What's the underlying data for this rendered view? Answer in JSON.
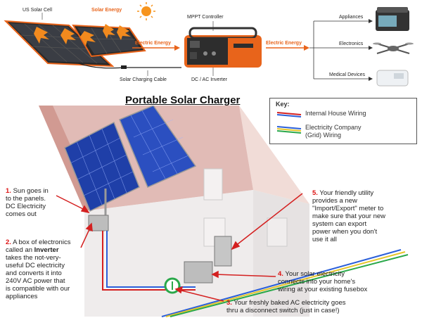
{
  "top_diagram": {
    "solar_cell_label": "US Solar Cell",
    "solar_energy_label": "Solar Energy",
    "mppt_label": "MPPT Controller",
    "electric_energy_left": "Electric Energy",
    "electric_energy_right": "Electric Energy",
    "charging_cable_label": "Solar Charging Cable",
    "inverter_label": "DC / AC Inverter",
    "outputs": [
      "Appliances",
      "Electronics",
      "Medical Devices"
    ]
  },
  "title": "Portable Solar Charger",
  "key": {
    "heading": "Key:",
    "item1": "Internal House Wiring",
    "item2_line1": "Electricity Company",
    "item2_line2": "(Grid) Wiring"
  },
  "steps": {
    "s1": {
      "num": "1.",
      "lines": [
        "Sun goes in",
        "to the panels.",
        "DC Electricity",
        "comes out"
      ]
    },
    "s2": {
      "num": "2.",
      "pre": "A box of electronics",
      "line2_pre": "called an ",
      "bold": "Inverter",
      "lines": [
        "takes the not-very-",
        "useful DC electricity",
        "and converts it into",
        "240V AC power that",
        "is compatible with our",
        "appliances"
      ]
    },
    "s3": {
      "num": "3.",
      "line1": "Your freshly baked AC electricity goes",
      "line2": "thru a disconnect switch (just in case!)"
    },
    "s4": {
      "num": "4.",
      "line1": "Your solar electricity",
      "line2": "connects into your home's",
      "line3": "wiring at your existing fusebox"
    },
    "s5": {
      "num": "5.",
      "line1": "Your friendly utility",
      "lines": [
        "provides a new",
        "\"Import/Export\" meter to",
        "make sure that your new",
        "system can export",
        "power when you don't",
        "use it all"
      ]
    }
  },
  "colors": {
    "accent": "#e8641b",
    "red_wire": "#d42020",
    "blue_wire": "#2b5fd9",
    "panel": "#1f3fa8"
  }
}
